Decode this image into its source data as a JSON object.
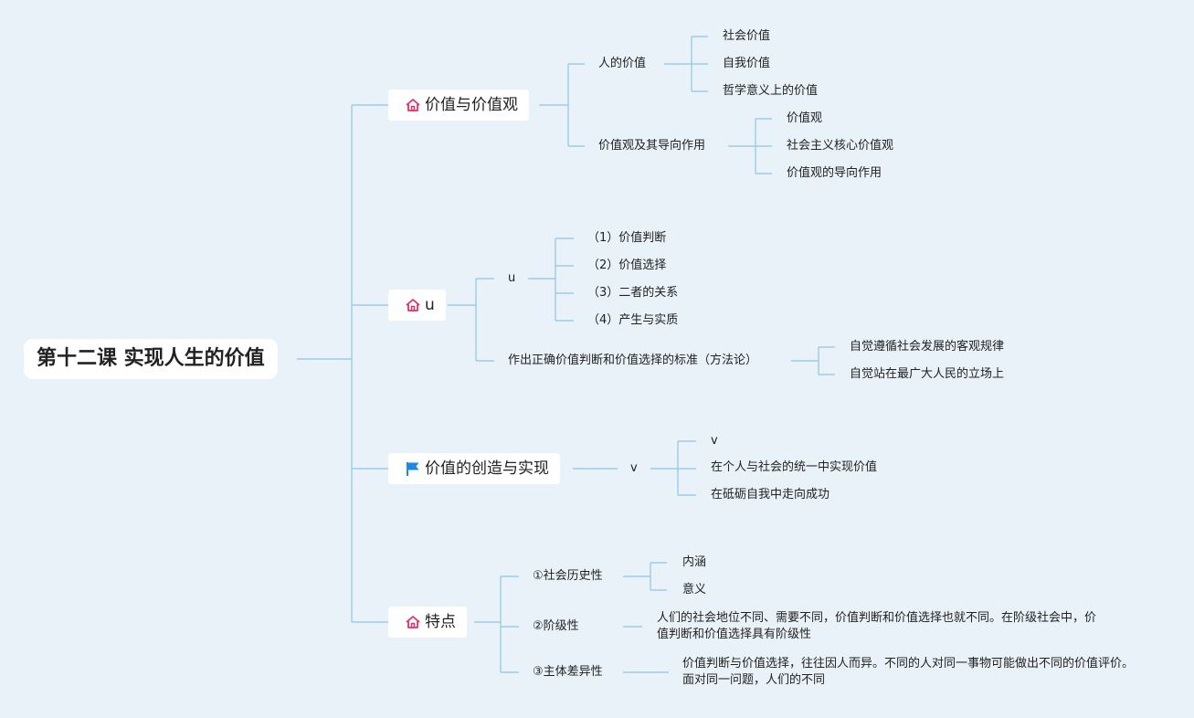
{
  "root": {
    "label": "第十二课 实现人生的价值"
  },
  "branches": [
    {
      "label": "价值与价值观",
      "icon": "house-icon",
      "children": [
        {
          "label": "人的价值",
          "children": [
            "社会价值",
            "自我价值",
            "哲学意义上的价值"
          ]
        },
        {
          "label": "价值观及其导向作用",
          "children": [
            "价值观",
            "社会主义核心价值观",
            "价值观的导向作用"
          ]
        }
      ]
    },
    {
      "label": "u",
      "icon": "house-icon",
      "children": [
        {
          "label": "u",
          "children": [
            "（1）价值判断",
            "（2）价值选择",
            "（3）二者的关系",
            "（4）产生与实质"
          ]
        },
        {
          "label": "作出正确价值判断和价值选择的标准（方法论）",
          "children": [
            "自觉遵循社会发展的客观规律",
            "自觉站在最广大人民的立场上"
          ]
        }
      ]
    },
    {
      "label": "价值的创造与实现",
      "icon": "flag-icon",
      "children": [
        {
          "label": "v",
          "children": [
            "v",
            "在个人与社会的统一中实现价值",
            "在砥砺自我中走向成功"
          ]
        }
      ]
    },
    {
      "label": "特点",
      "icon": "house-icon",
      "children": [
        {
          "label": "①社会历史性",
          "children": [
            "内涵",
            "意义"
          ]
        },
        {
          "label": "②阶级性",
          "children": [
            "人们的社会地位不同、需要不同，价值判断和价值选择也就不同。在阶级社会中，价值判断和价值选择具有阶级性"
          ]
        },
        {
          "label": "③主体差异性",
          "children": [
            "价值判断与价值选择，往往因人而异。不同的人对同一事物可能做出不同的价值评价。面对同一问题，人们的不同"
          ]
        }
      ]
    }
  ],
  "colors": {
    "background": "#e9f1f9",
    "line": "#8ec7e6",
    "house_icon": "#e0306b",
    "flag_icon": "#1e88e5"
  }
}
